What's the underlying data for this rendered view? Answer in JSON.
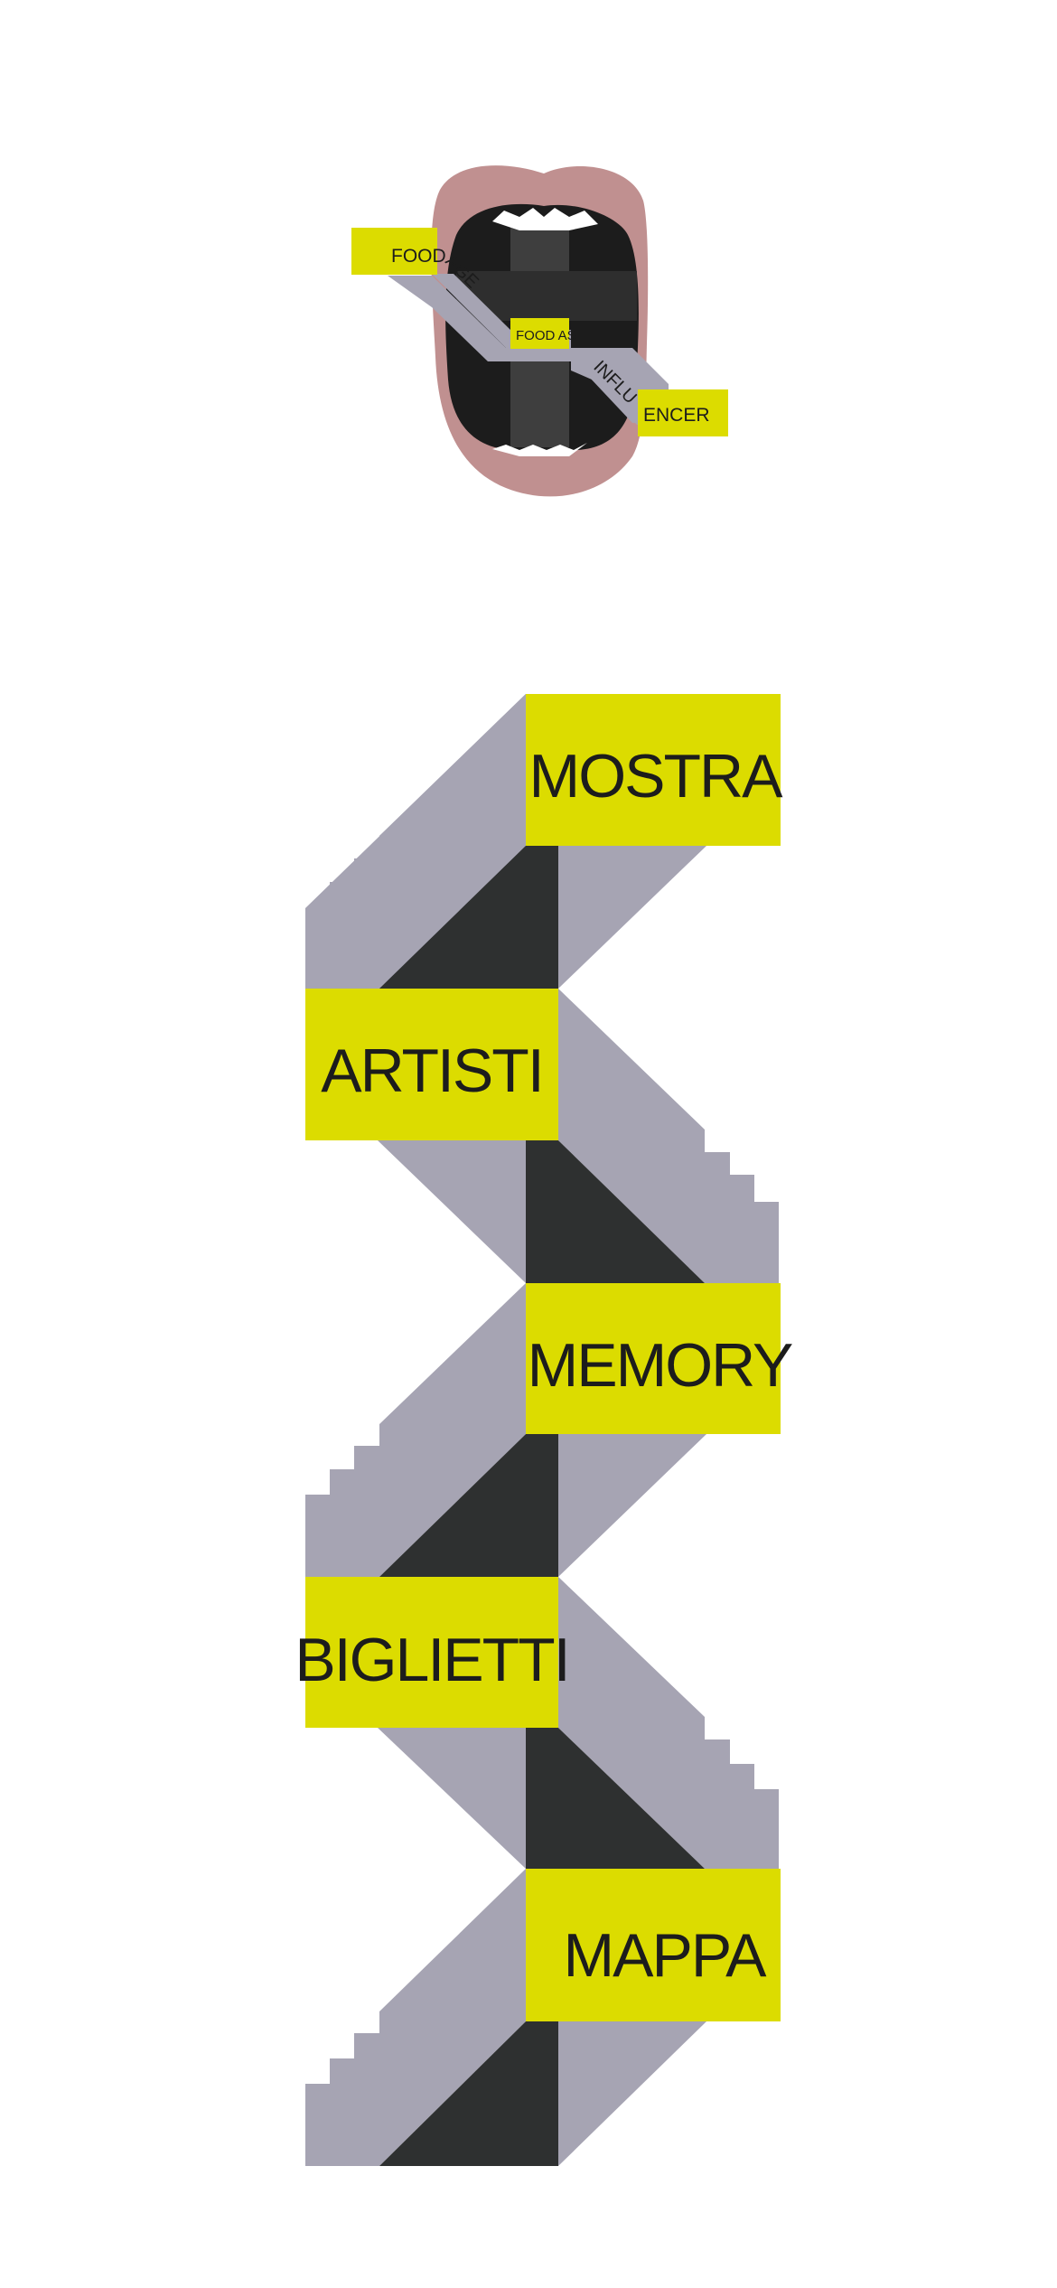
{
  "logo": {
    "words": [
      "FOOD",
      "AGE",
      "FOOD AS",
      "INFLU",
      "ENCER"
    ]
  },
  "menu": {
    "items": [
      {
        "label": "MOSTRA"
      },
      {
        "label": "ARTISTI"
      },
      {
        "label": "MEMORY"
      },
      {
        "label": "BIGLIETTI"
      },
      {
        "label": "MAPPA"
      }
    ]
  },
  "colors": {
    "accent_yellow": "#dcdc00",
    "stair_grey": "#a6a4b3",
    "shadow_dark": "#2e3030",
    "lips": "#c09090",
    "mouth": "#1c1c1c",
    "background": "#ffffff"
  }
}
